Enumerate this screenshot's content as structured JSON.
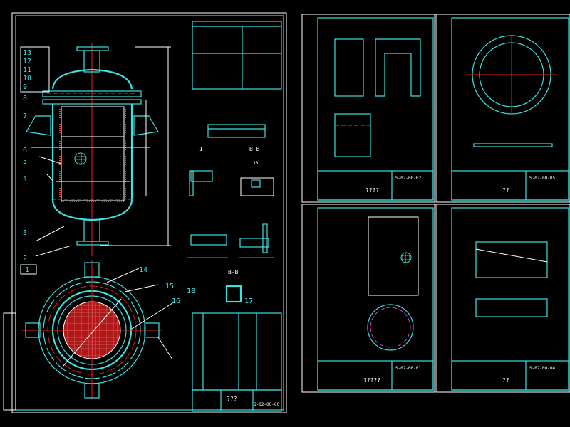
{
  "colors": {
    "background": "#000000",
    "outline": "#3fe0e0",
    "annotation": "#ffffff",
    "centerline": "#e02020",
    "hidden": "#d040d0",
    "weld": "#20d020"
  },
  "main_sheet": {
    "part_labels": [
      "1",
      "2",
      "3",
      "4",
      "5",
      "6",
      "7",
      "8",
      "9",
      "10",
      "11",
      "12",
      "13",
      "14",
      "15",
      "16",
      "17",
      "18"
    ],
    "section_labels": {
      "detail_i": "I",
      "section_bb_top": "B-B",
      "section_bb_bottom": "B-B",
      "dim_30": "30"
    },
    "title_block": {
      "title": "???",
      "drawing_no": "S-02-00-00"
    }
  },
  "sheets": [
    {
      "title": "????",
      "drawing_no": "S-02-00-02"
    },
    {
      "title": "??",
      "drawing_no": "S-02-00-05"
    },
    {
      "title": "?????",
      "drawing_no": "S-02-00-01"
    },
    {
      "title": "??",
      "drawing_no": "S-02-00-04"
    }
  ]
}
